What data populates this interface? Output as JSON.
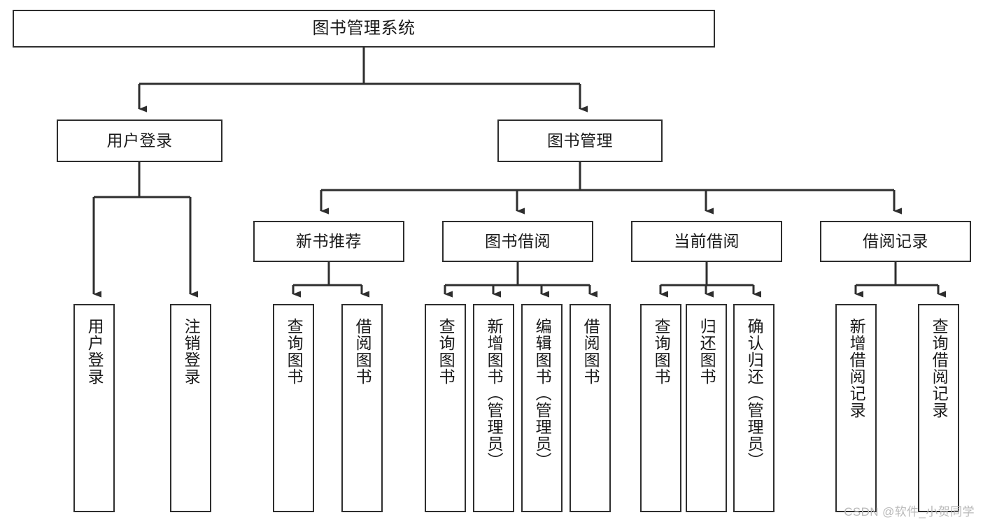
{
  "diagram": {
    "type": "tree-hierarchy",
    "title": "图书管理系统",
    "colors": {
      "box_border": "#2e2e2e",
      "box_fill": "#ffffff",
      "connector": "#2e2e2e",
      "text": "#1a1a1a",
      "watermark": "#b9b9b9",
      "background": "#ffffff"
    },
    "root": {
      "label": "图书管理系统"
    },
    "level2": [
      {
        "label": "用户登录"
      },
      {
        "label": "图书管理"
      }
    ],
    "level3": [
      {
        "label": "新书推荐"
      },
      {
        "label": "图书借阅"
      },
      {
        "label": "当前借阅"
      },
      {
        "label": "借阅记录"
      }
    ],
    "leaves_user_login": [
      {
        "label": "用户登录"
      },
      {
        "label": "注销登录"
      }
    ],
    "leaves_new_book": [
      {
        "label": "查询图书"
      },
      {
        "label": "借阅图书"
      }
    ],
    "leaves_borrow": [
      {
        "label": "查询图书"
      },
      {
        "label": "新增图书（管理员）"
      },
      {
        "label": "编辑图书（管理员）"
      },
      {
        "label": "借阅图书"
      }
    ],
    "leaves_current": [
      {
        "label": "查询图书"
      },
      {
        "label": "归还图书"
      },
      {
        "label": "确认归还（管理员）"
      }
    ],
    "leaves_record": [
      {
        "label": "新增借阅记录"
      },
      {
        "label": "查询借阅记录"
      }
    ]
  },
  "watermark": {
    "text": "CSDN @软件_小贺同学"
  }
}
